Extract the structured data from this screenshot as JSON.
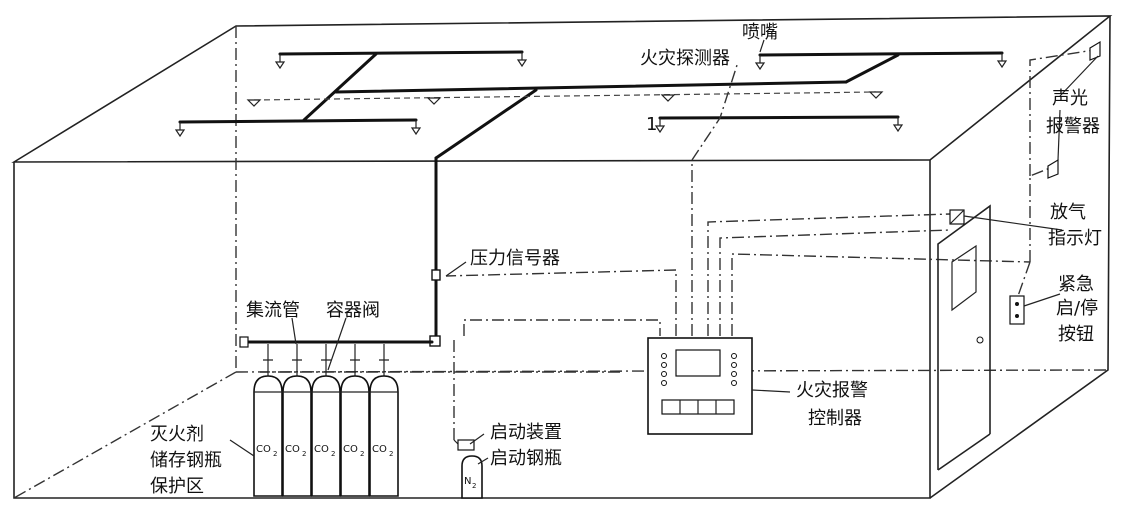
{
  "labels": {
    "nozzle": "喷嘴",
    "fire_detector": "火灾探测器",
    "sound_light_alarm_line1": "声光",
    "sound_light_alarm_line2": "报警器",
    "discharge_indicator_line1": "放气",
    "discharge_indicator_line2": "指示灯",
    "emergency_button_line1": "紧急",
    "emergency_button_line2": "启/停",
    "emergency_button_line3": "按钮",
    "pressure_signal": "压力信号器",
    "manifold": "集流管",
    "container_valve": "容器阀",
    "fire_alarm_controller_line1": "火灾报警",
    "fire_alarm_controller_line2": "控制器",
    "starter": "启动装置",
    "starter_cylinder": "启动钢瓶",
    "agent_storage_line1": "灭火剂",
    "agent_storage_line2": "储存钢瓶",
    "protected_zone": "保护区",
    "marker_1": "1"
  },
  "cylinders": [
    {
      "gas": "CO",
      "sub": "2"
    },
    {
      "gas": "CO",
      "sub": "2"
    },
    {
      "gas": "CO",
      "sub": "2"
    },
    {
      "gas": "CO",
      "sub": "2"
    },
    {
      "gas": "CO",
      "sub": "2"
    }
  ],
  "starter_gas": {
    "gas": "N",
    "sub": "2"
  }
}
